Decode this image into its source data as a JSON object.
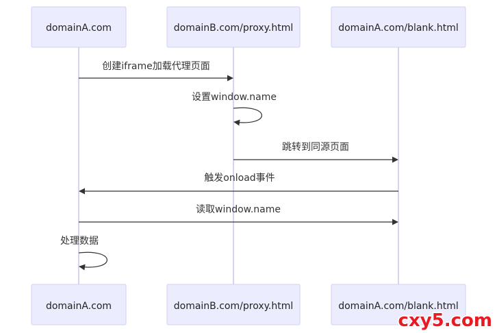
{
  "diagram": {
    "participants": [
      {
        "id": "a",
        "label": "domainA.com"
      },
      {
        "id": "b",
        "label": "domainB.com/proxy.html"
      },
      {
        "id": "c",
        "label": "domainA.com/blank.html"
      }
    ],
    "messages": [
      {
        "from": "a",
        "to": "b",
        "label": "创建iframe加载代理页面"
      },
      {
        "from": "b",
        "to": "b",
        "label": "设置window.name"
      },
      {
        "from": "b",
        "to": "c",
        "label": "跳转到同源页面"
      },
      {
        "from": "c",
        "to": "a",
        "label": "触发onload事件"
      },
      {
        "from": "a",
        "to": "c",
        "label": "读取window.name"
      },
      {
        "from": "a",
        "to": "a",
        "label": "处理数据"
      }
    ]
  },
  "watermark": "cxy5.com"
}
